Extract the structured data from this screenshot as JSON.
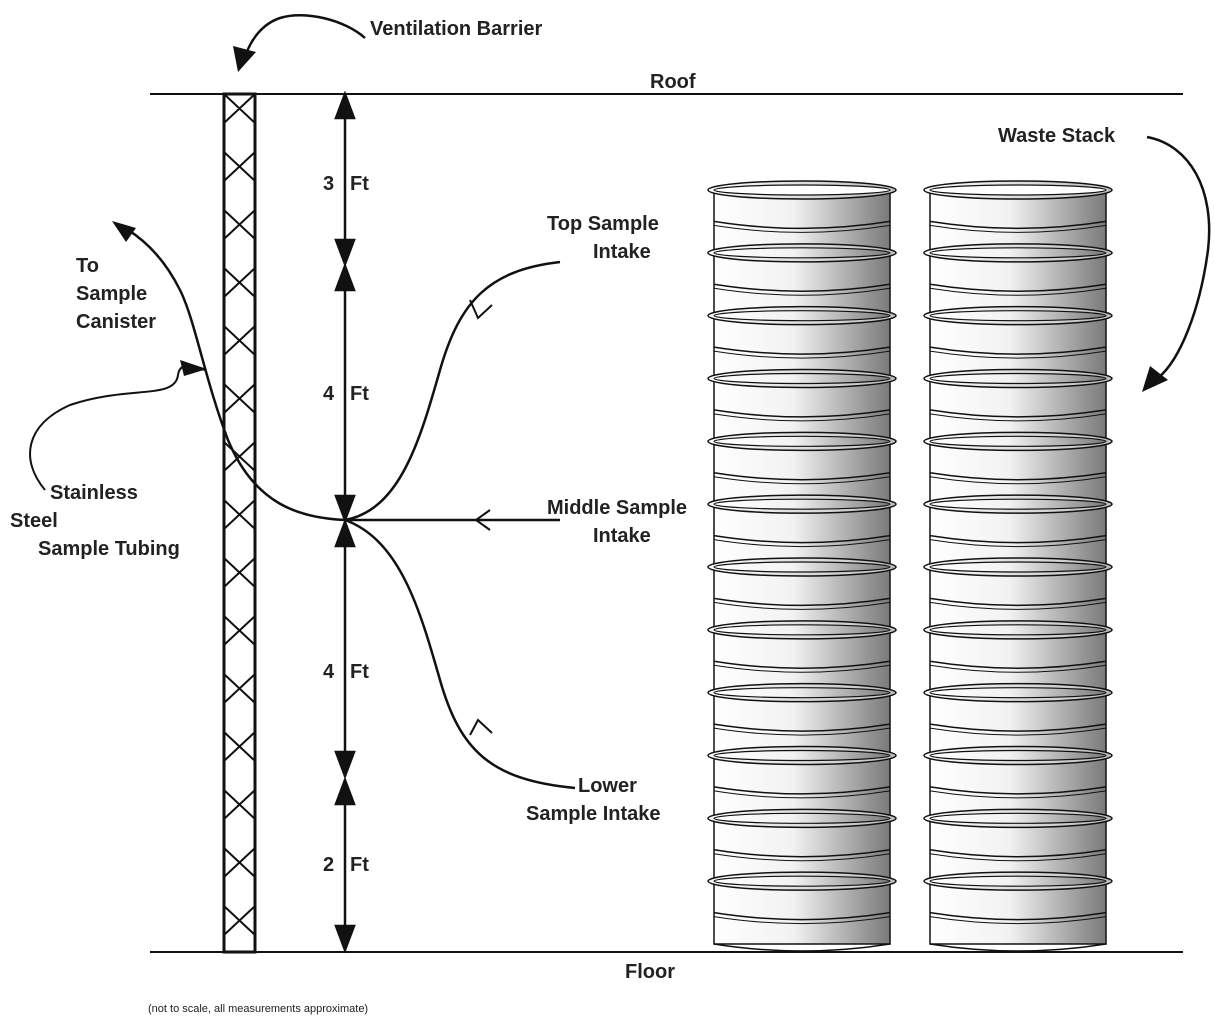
{
  "labels": {
    "ventilation_barrier": "Ventilation Barrier",
    "roof": "Roof",
    "floor": "Floor",
    "waste_stack": "Waste Stack",
    "top_sample_intake": [
      "Top Sample",
      "Intake"
    ],
    "middle_sample_intake": [
      "Middle Sample",
      "Intake"
    ],
    "lower_sample_intake": [
      "Lower",
      "Sample Intake"
    ],
    "to_sample_canister": [
      "To",
      "Sample",
      "Canister"
    ],
    "stainless_steel_tubing": [
      "Stainless",
      "Steel",
      "Sample Tubing"
    ],
    "note": "(not to scale, all measurements approximate)"
  },
  "dimensions": [
    {
      "value": "3",
      "unit": "Ft"
    },
    {
      "value": "4",
      "unit": "Ft"
    },
    {
      "value": "4",
      "unit": "Ft"
    },
    {
      "value": "2",
      "unit": "Ft"
    }
  ],
  "waste_stack": {
    "columns": 2,
    "drums_per_column": 12
  },
  "colors": {
    "line": "#111111",
    "drum_light": "#ffffff",
    "drum_dark": "#7a7a7a"
  }
}
